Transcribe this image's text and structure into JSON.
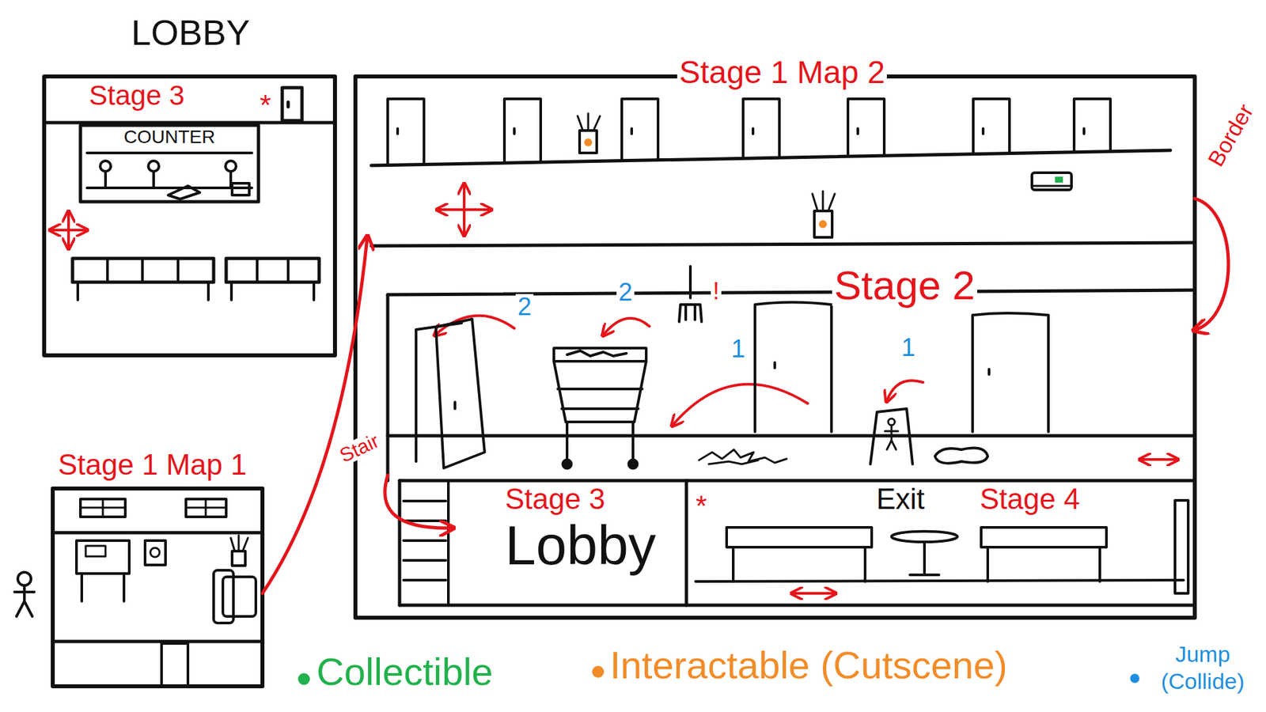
{
  "diagram": {
    "nodes": [
      {
        "text": [
          "LOBBY",
          "Stage 3"
        ]
      },
      {
        "text": [
          "COUNTER"
        ],
        "in": 0
      },
      {
        "text": [
          "Stage 1 Map 1"
        ]
      },
      {
        "text": [
          "Stage 1 Map 2"
        ]
      },
      {
        "text": [
          "Stage 2"
        ]
      },
      {
        "text": [
          "Stage 3",
          "Lobby"
        ]
      },
      {
        "text": [
          "Exit",
          "Stage 4"
        ]
      }
    ],
    "edges": [
      {
        "from": 2,
        "to": 3,
        "arrow": "to"
      },
      {
        "from": 3,
        "to": 4,
        "label": "Border",
        "arrow": "to"
      },
      {
        "from": 4,
        "to": 5,
        "label": "Stair",
        "arrow": "to"
      }
    ],
    "labels": [
      "*",
      "2",
      "2",
      "!",
      "1",
      "1",
      "*"
    ],
    "legend": [
      {
        "text": "Collectible",
        "color": "#22b14c"
      },
      {
        "text": "Interactable (Cutscene)",
        "color": "#f28c28"
      },
      {
        "text": "Jump (Collide)",
        "color": "#1e8fe0"
      }
    ]
  }
}
